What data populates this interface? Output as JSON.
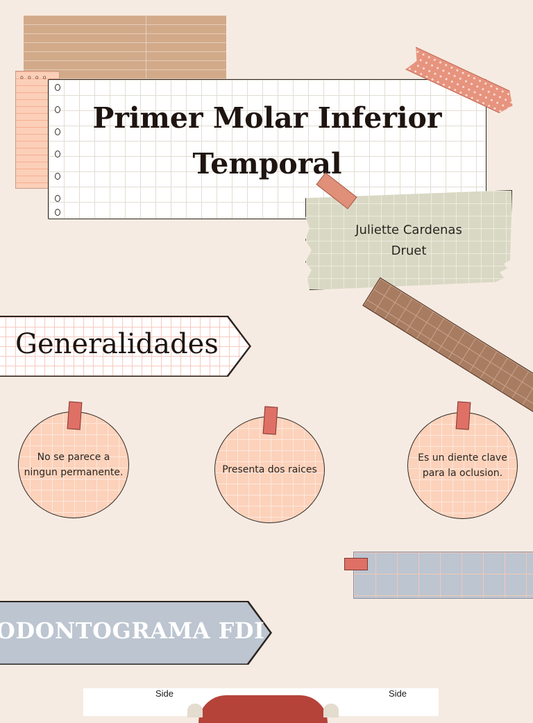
{
  "title": {
    "line1": "Primer Molar Inferior",
    "line2": "Temporal"
  },
  "author": {
    "line1": "Juliette Cardenas",
    "line2": "Druet"
  },
  "section_generalidades": {
    "heading": "Generalidades",
    "points": [
      "No se parece a ningun permanente.",
      "Presenta dos raices",
      "Es un diente clave para la oclusion."
    ]
  },
  "section_odontograma": {
    "heading": "ODONTOGRAMA FDI"
  },
  "image_labels": {
    "left": "Side",
    "right": "Side"
  },
  "colors": {
    "background": "#f6ebe2",
    "accent_red": "#df7066",
    "peach": "#fcd2bb",
    "sage": "#d9d8c4",
    "blue_grey": "#bcc5d0",
    "tan": "#d2aa8a",
    "brown": "#a87c61"
  }
}
